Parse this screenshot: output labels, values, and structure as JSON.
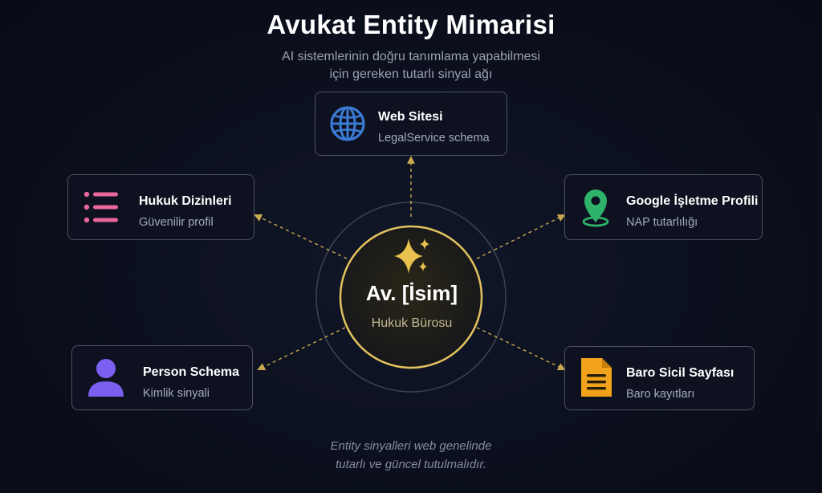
{
  "header": {
    "title": "Avukat Entity Mimarisi",
    "subtitle_line1": "AI sistemlerinin doğru tanımlama yapabilmesi",
    "subtitle_line2": "için gereken tutarlı sinyal ağı"
  },
  "center": {
    "name": "Av. [İsim]",
    "subtitle": "Hukuk Bürosu",
    "icon": "sparkle-icon"
  },
  "nodes": {
    "web": {
      "label": "Web Sitesi",
      "desc": "LegalService schema",
      "icon": "globe-icon"
    },
    "directories": {
      "label": "Hukuk Dizinleri",
      "desc": "Güvenilir profil",
      "icon": "list-icon"
    },
    "google": {
      "label": "Google İşletme Profili",
      "desc": "NAP tutarlılığı",
      "icon": "map-pin-icon"
    },
    "person": {
      "label": "Person Schema",
      "desc": "Kimlik sinyali",
      "icon": "person-icon"
    },
    "bar": {
      "label": "Baro Sicil Sayfası",
      "desc": "Baro kayıtları",
      "icon": "document-icon"
    }
  },
  "footer": {
    "line1": "Entity sinyalleri web genelinde",
    "line2": "tutarlı ve güncel tutulmalıdır."
  },
  "colors": {
    "background": "#0b0f1c",
    "accent_gold": "#e3c25e",
    "connector": "#c9a94f",
    "card_border": "#4c5163",
    "globe_blue": "#3a7bd5",
    "list_pink": "#e9679a",
    "pin_green": "#2fb36a",
    "person_purple": "#7b5ff0",
    "doc_orange": "#f2a21b"
  }
}
